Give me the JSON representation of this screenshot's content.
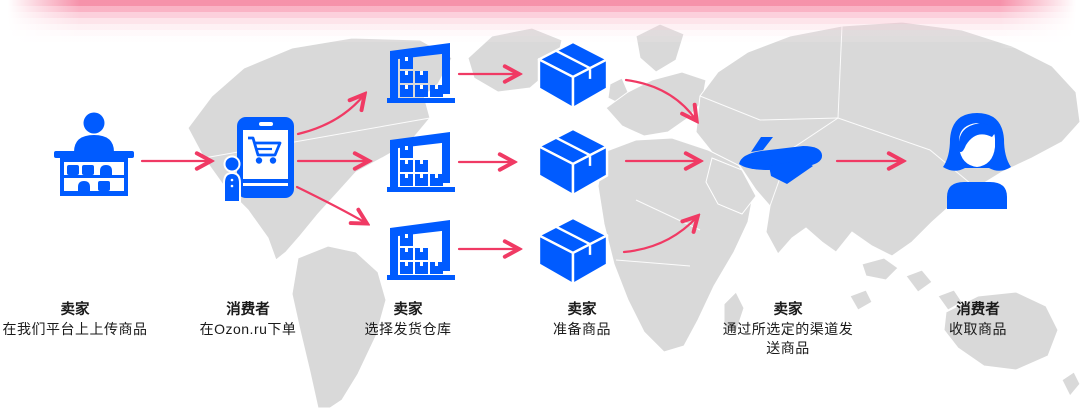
{
  "diagram_title": "",
  "colors": {
    "icon_blue": "#005bff",
    "arrow_pink": "#f03a64",
    "map_gray": "#d9d9d9",
    "gradient_pink": "#f68ca6"
  },
  "steps": [
    {
      "actor": "卖家",
      "desc": "在我们平台上上传商品",
      "icon": "market-stall-icon"
    },
    {
      "actor": "消费者",
      "desc": "在Ozon.ru下单",
      "icon": "smartphone-cart-icon"
    },
    {
      "actor": "卖家",
      "desc": "选择发货仓库",
      "icon": "warehouse-icon"
    },
    {
      "actor": "卖家",
      "desc": "准备商品",
      "icon": "parcel-box-icon"
    },
    {
      "actor": "卖家",
      "desc": "通过所选定的渠道发送商品",
      "icon": "airplane-icon"
    },
    {
      "actor": "消费者",
      "desc": "收取商品",
      "icon": "woman-consumer-icon"
    }
  ]
}
